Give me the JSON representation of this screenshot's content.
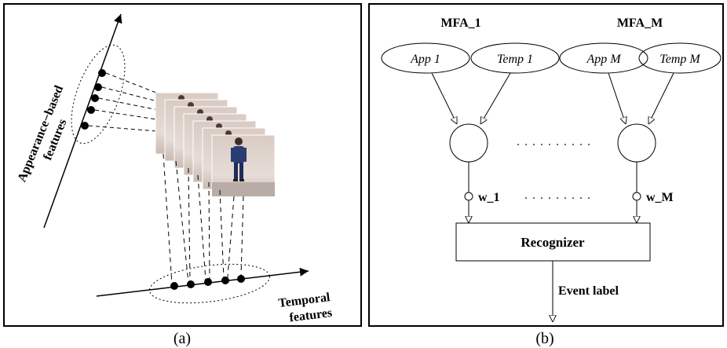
{
  "panel_a": {
    "caption": "(a)",
    "appearance_label_line1": "Appearance−based",
    "appearance_label_line2": "features",
    "temporal_label_line1": "Temporal",
    "temporal_label_line2": "features"
  },
  "panel_b": {
    "caption": "(b)",
    "mfa_first_title": "MFA_1",
    "mfa_last_title": "MFA_M",
    "app_first": "App 1",
    "temp_first": "Temp 1",
    "app_last": "App M",
    "temp_last": "Temp M",
    "weight_first": "w_1",
    "weight_last": "w_M",
    "recognizer_label": "Recognizer",
    "output_label": "Event label"
  }
}
